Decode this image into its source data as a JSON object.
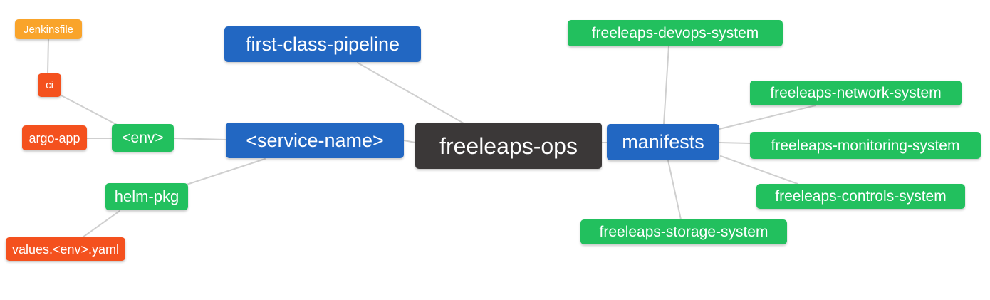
{
  "diagram": {
    "type": "mindmap",
    "root_label": "freeleaps-ops"
  },
  "palette": {
    "blue": "#2267c2",
    "green": "#22c05e",
    "red": "#f4511e",
    "amber": "#f9a42b",
    "dark": "#3b3838",
    "line": "#cfcfcf",
    "node_text": "#ffffff",
    "background": "#ffffff"
  },
  "nodes": {
    "jenkinsfile": {
      "label": "Jenkinsfile",
      "color": "#f9a42b"
    },
    "ci": {
      "label": "ci",
      "color": "#f4511e"
    },
    "argo_app": {
      "label": "argo-app",
      "color": "#f4511e"
    },
    "env": {
      "label": "<env>",
      "color": "#22c05e"
    },
    "helm_pkg": {
      "label": "helm-pkg",
      "color": "#22c05e"
    },
    "values_env_yaml": {
      "label": "values.<env>.yaml",
      "color": "#f4511e"
    },
    "first_class_pipeline": {
      "label": "first-class-pipeline",
      "color": "#2267c2"
    },
    "service_name": {
      "label": "<service-name>",
      "color": "#2267c2"
    },
    "freeleaps_ops": {
      "label": "freeleaps-ops",
      "color": "#3b3838"
    },
    "manifests": {
      "label": "manifests",
      "color": "#2267c2"
    },
    "devops_system": {
      "label": "freeleaps-devops-system",
      "color": "#22c05e"
    },
    "network_system": {
      "label": "freeleaps-network-system",
      "color": "#22c05e"
    },
    "monitoring_system": {
      "label": "freeleaps-monitoring-system",
      "color": "#22c05e"
    },
    "controls_system": {
      "label": "freeleaps-controls-system",
      "color": "#22c05e"
    },
    "storage_system": {
      "label": "freeleaps-storage-system",
      "color": "#22c05e"
    }
  },
  "edges": [
    {
      "from": "jenkinsfile",
      "to": "ci"
    },
    {
      "from": "ci",
      "to": "env"
    },
    {
      "from": "argo_app",
      "to": "env"
    },
    {
      "from": "env",
      "to": "service_name"
    },
    {
      "from": "service_name",
      "to": "freeleaps_ops"
    },
    {
      "from": "service_name",
      "to": "helm_pkg"
    },
    {
      "from": "helm_pkg",
      "to": "values_env_yaml"
    },
    {
      "from": "first_class_pipeline",
      "to": "freeleaps_ops"
    },
    {
      "from": "freeleaps_ops",
      "to": "manifests"
    },
    {
      "from": "devops_system",
      "to": "manifests"
    },
    {
      "from": "manifests",
      "to": "network_system"
    },
    {
      "from": "manifests",
      "to": "monitoring_system"
    },
    {
      "from": "manifests",
      "to": "controls_system"
    },
    {
      "from": "manifests",
      "to": "storage_system"
    }
  ]
}
